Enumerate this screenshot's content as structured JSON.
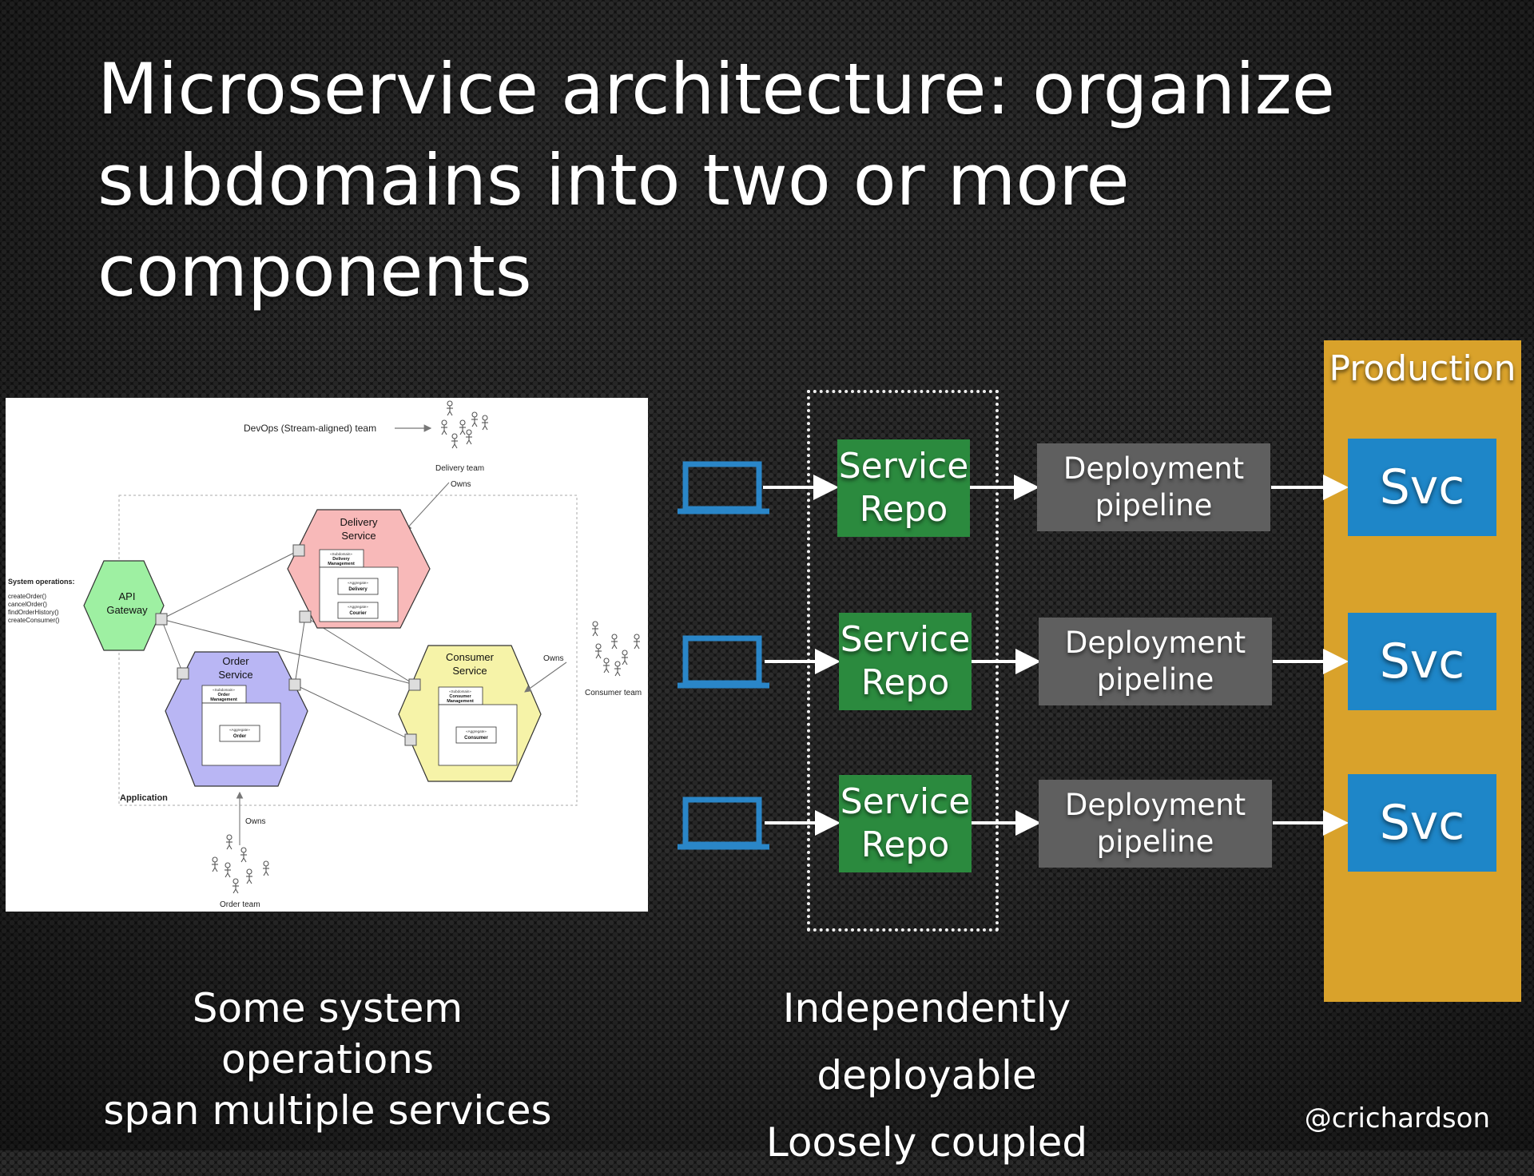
{
  "slide": {
    "title_lines": [
      "Microservice architecture: organize",
      "subdomains into two or more",
      "components"
    ],
    "caption_left_lines": [
      "Some system operations",
      "span multiple services"
    ],
    "caption_right_lines": [
      "Independently deployable",
      "Loosely coupled"
    ],
    "handle": "@crichardson"
  },
  "architecture_diagram": {
    "devops_label": "DevOps (Stream-aligned) team",
    "delivery_team": "Delivery team",
    "consumer_team": "Consumer team",
    "order_team": "Order team",
    "owns": "Owns",
    "application_label": "Application",
    "system_operations_title": "System operations:",
    "system_operations": [
      "createOrder()",
      "cancelOrder()",
      "findOrderHistory()",
      "createConsumer()"
    ],
    "api_gateway": [
      "API",
      "Gateway"
    ],
    "delivery_service": [
      "Delivery",
      "Service"
    ],
    "order_service": [
      "Order",
      "Service"
    ],
    "consumer_service": [
      "Consumer",
      "Service"
    ],
    "stereotype_subdomain": "«Subdomain»",
    "stereotype_aggregate": "«Aggregate»",
    "delivery_subdomain": [
      "Delivery",
      "Management"
    ],
    "delivery_aggregates": [
      "Delivery",
      "Courier"
    ],
    "order_subdomain": [
      "Order",
      "Management"
    ],
    "order_aggregate": "Order",
    "consumer_subdomain": [
      "Consumer",
      "Management"
    ],
    "consumer_aggregate": "Consumer",
    "colors": {
      "gateway": "#9ef0a2",
      "delivery": "#f8b9b9",
      "order": "#b9b6f4",
      "consumer": "#f6f3a8"
    }
  },
  "pipeline_diagram": {
    "production_label": "Production",
    "rows": [
      {
        "repo_lines": [
          "Service",
          "Repo"
        ],
        "pipeline_lines": [
          "Deployment",
          "pipeline"
        ],
        "svc": "Svc"
      },
      {
        "repo_lines": [
          "Service",
          "Repo"
        ],
        "pipeline_lines": [
          "Deployment",
          "pipeline"
        ],
        "svc": "Svc"
      },
      {
        "repo_lines": [
          "Service",
          "Repo"
        ],
        "pipeline_lines": [
          "Deployment",
          "pipeline"
        ],
        "svc": "Svc"
      }
    ],
    "colors": {
      "repo": "#2b8a3e",
      "pipeline": "#5f5f5f",
      "svc": "#1e86c8",
      "production": "#d9a22b",
      "laptop": "#2a86c8"
    }
  }
}
